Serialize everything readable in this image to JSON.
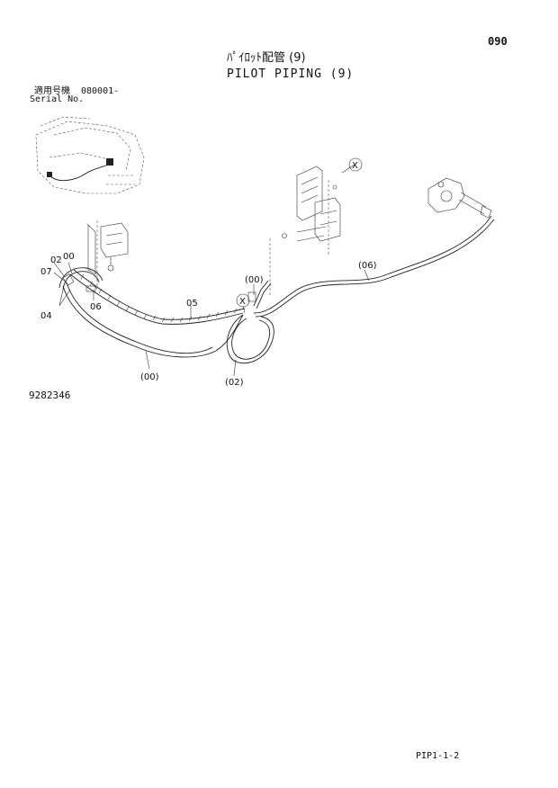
{
  "header": {
    "page_no": "090",
    "title_jp": "ﾊﾟｲﾛｯﾄ配管 (9)",
    "title_en": "PILOT PIPING (9)"
  },
  "serial": {
    "label_jp": "適用号機",
    "label_en": "Serial No.",
    "number": "080001-"
  },
  "callouts": {
    "c02_top": "02",
    "c00_top": "00",
    "c07": "07",
    "c04": "04",
    "c06": "06",
    "c05": "05",
    "c00_paren_top": "(00)",
    "c06_paren": "(06)",
    "c00_paren_bottom": "(00)",
    "c02_paren": "(02)",
    "x_mark": "X"
  },
  "figure_no": "9282346",
  "footer": "PIP1-1-2"
}
